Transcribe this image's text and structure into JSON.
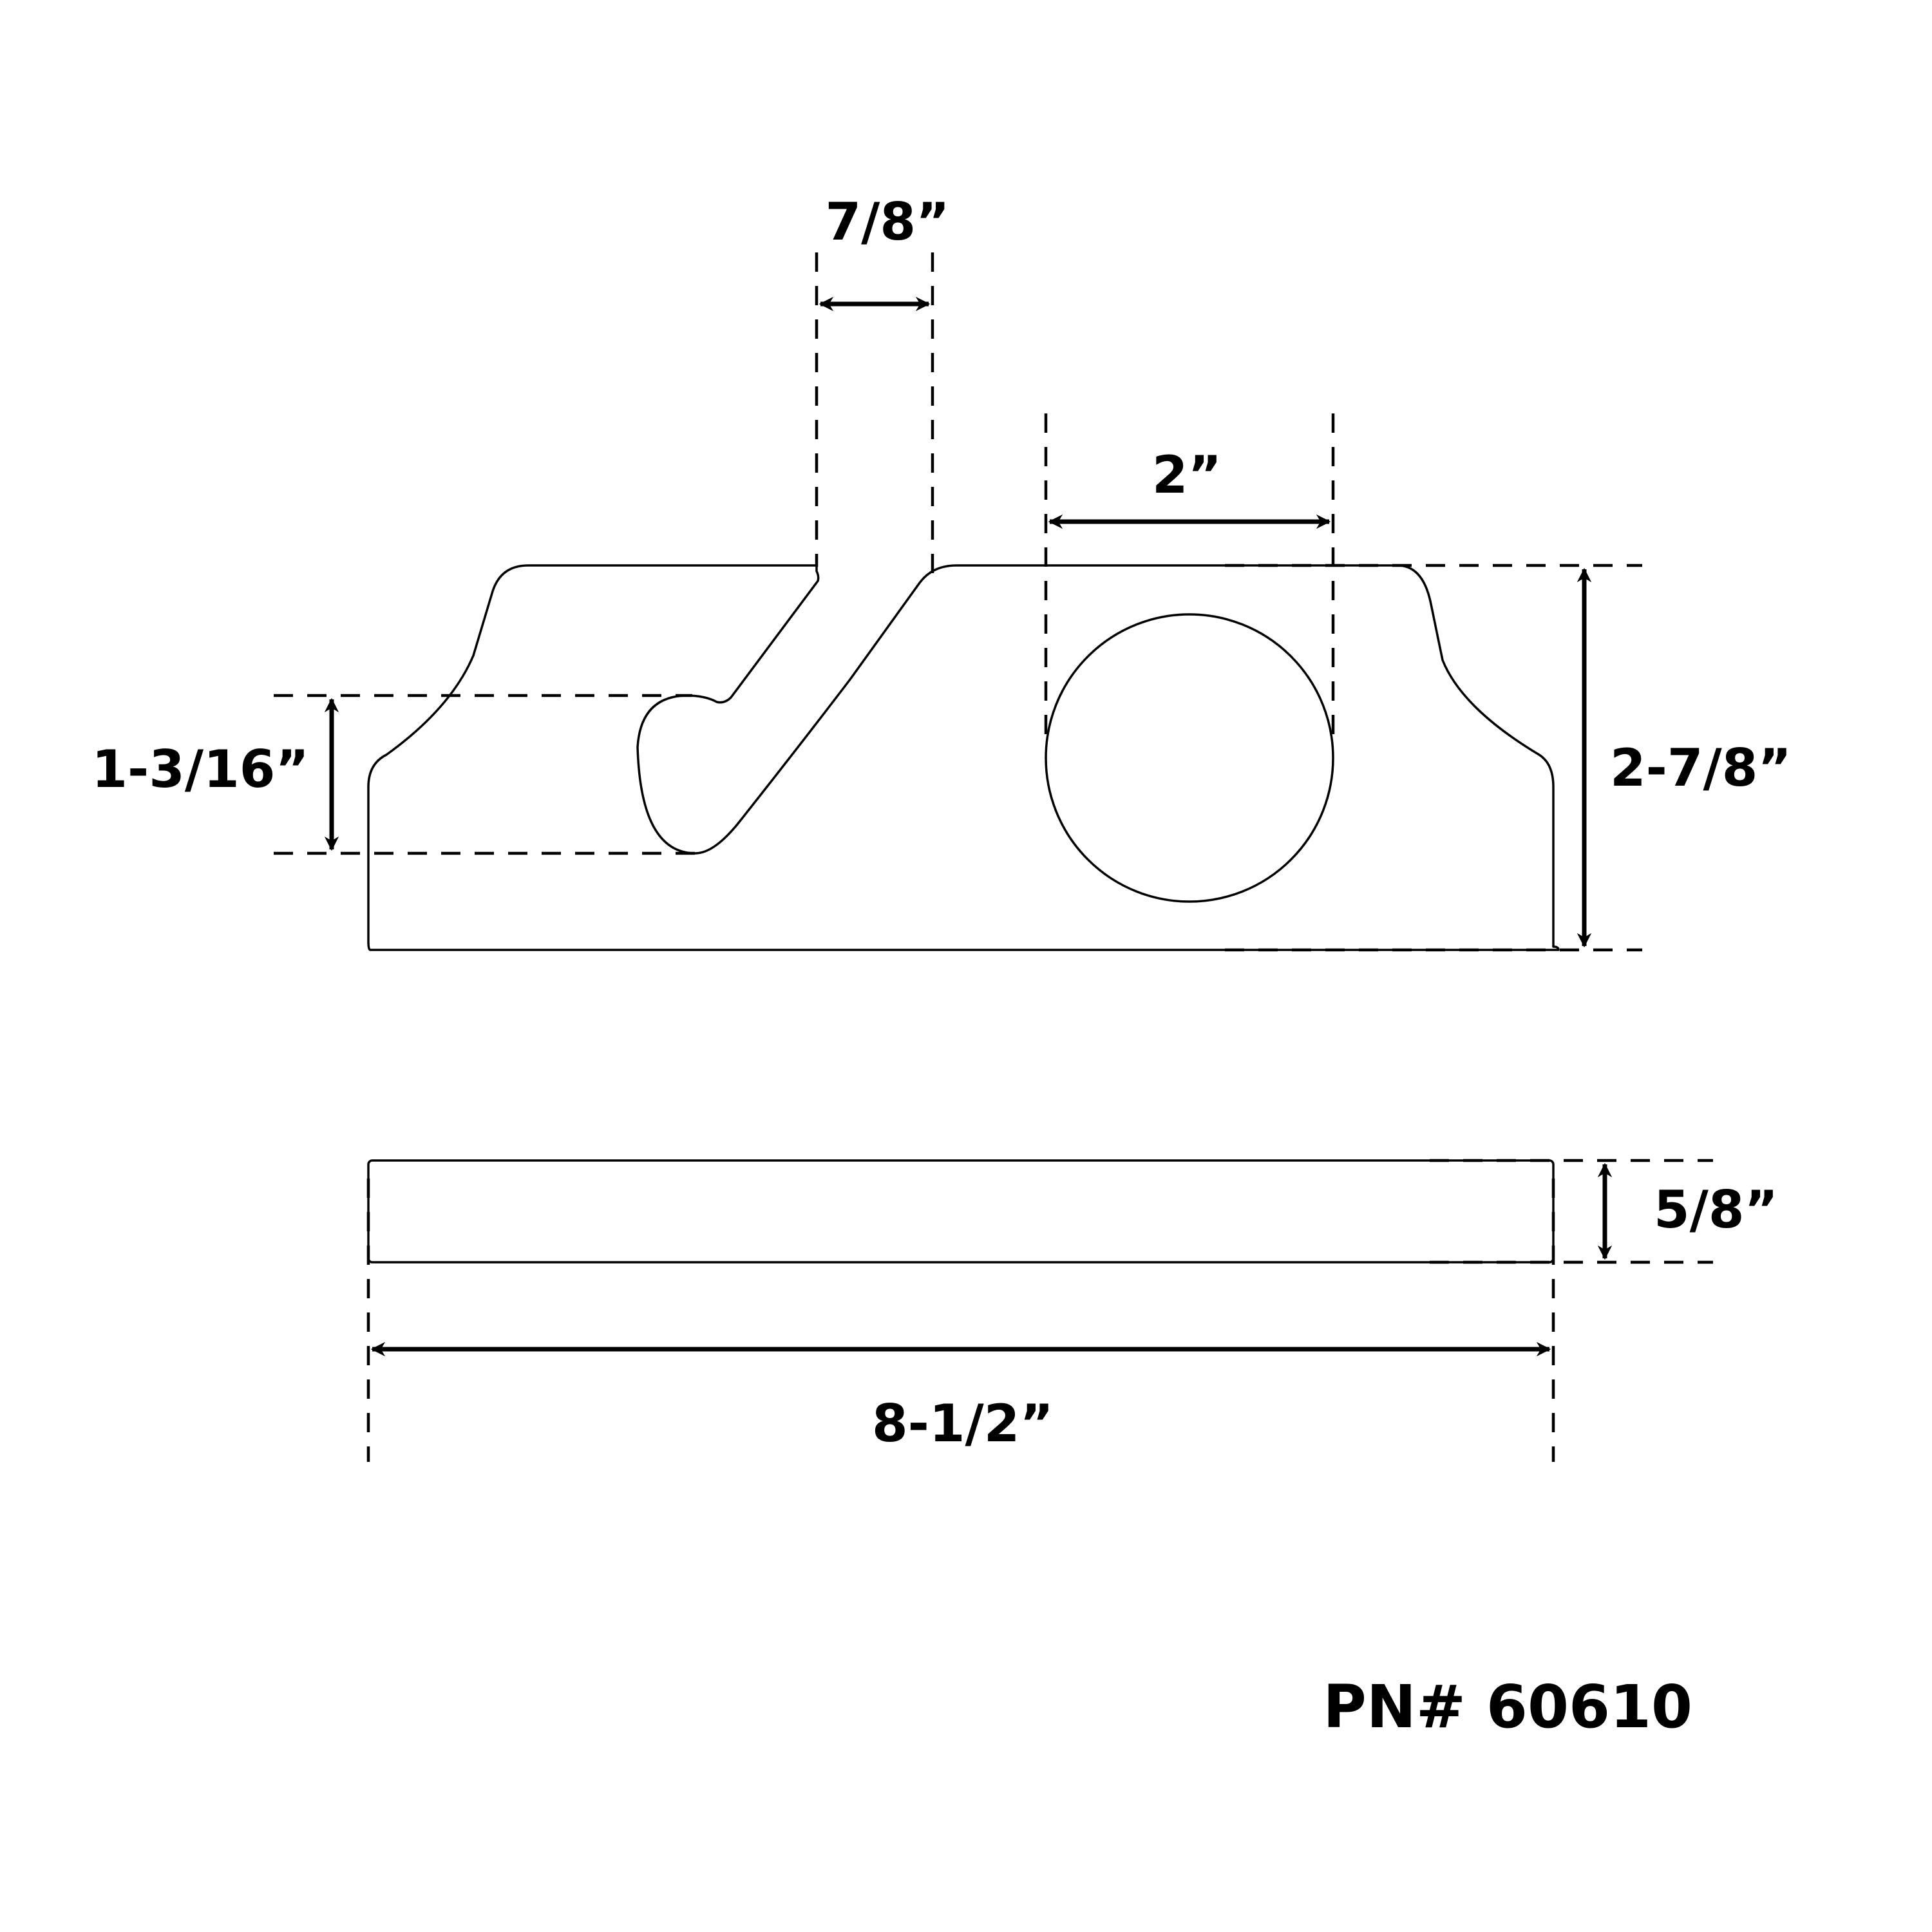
{
  "part": {
    "top_view_label": "",
    "side_view_label": ""
  },
  "dimensions": {
    "slot_width": "7/8”",
    "hole_diameter": "2”",
    "overall_height": "2-7/8”",
    "notch_height": "1-3/16”",
    "thickness": "5/8”",
    "overall_length": "8-1/2”"
  },
  "part_number": "PN# 60610",
  "colors": {
    "line": "#000000",
    "background": "#ffffff"
  }
}
